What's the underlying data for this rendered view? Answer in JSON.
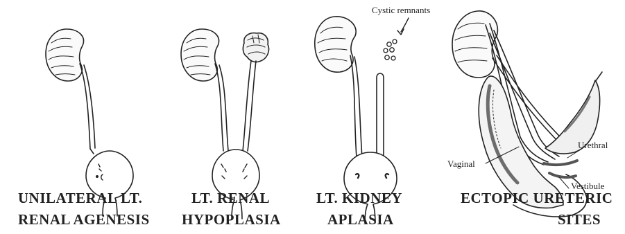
{
  "panels": [
    {
      "id": "agenesis",
      "caption_line1": "UNILATERAL LT.",
      "caption_line2": "RENAL AGENESIS"
    },
    {
      "id": "hypoplasia",
      "caption_line1": "LT. RENAL",
      "caption_line2": "HYPOPLASIA"
    },
    {
      "id": "aplasia",
      "caption_line1": "LT. KIDNEY",
      "caption_line2": "APLASIA"
    },
    {
      "id": "ectopic",
      "caption_line1": "ECTOPIC URETERIC",
      "caption_line2": "SITES"
    }
  ],
  "labels": {
    "cystic": "Cystic remnants",
    "urethral": "Urethral",
    "vaginal": "Vaginal",
    "vestibule": "Vestibule"
  }
}
